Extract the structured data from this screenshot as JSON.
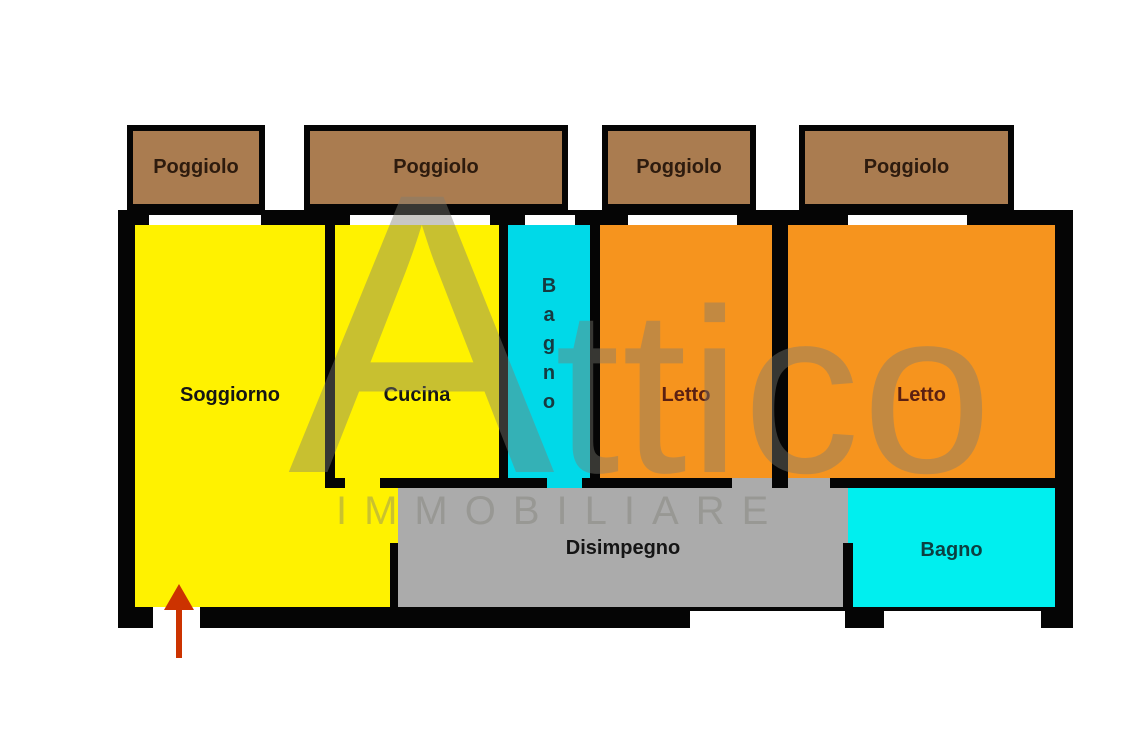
{
  "balconies": [
    {
      "label": "Poggiolo"
    },
    {
      "label": "Poggiolo"
    },
    {
      "label": "Poggiolo"
    },
    {
      "label": "Poggiolo"
    }
  ],
  "rooms": {
    "soggiorno": {
      "label": "Soggiorno"
    },
    "cucina": {
      "label": "Cucina"
    },
    "bagno_small": {
      "label": "Bagno",
      "letters": [
        "B",
        "a",
        "g",
        "n",
        "o"
      ]
    },
    "letto_1": {
      "label": "Letto"
    },
    "letto_2": {
      "label": "Letto"
    },
    "disimpegno": {
      "label": "Disimpegno"
    },
    "bagno_main": {
      "label": "Bagno"
    }
  },
  "watermark": {
    "brand_initial": "A",
    "brand_rest": "ttico",
    "brand_sub": "IMMOBILIARE"
  },
  "colors": {
    "wall": "#050505",
    "room_yellow": "#FFF200",
    "room_orange": "#F6941E",
    "bath_cyan": "#00D9E8",
    "bath_cyan_bright": "#00EFEF",
    "balcony_brown": "#AA7C50",
    "hall_gray": "#ABABAB",
    "arrow_red": "#CC3300",
    "label_dark": "#151515",
    "letto_text": "#5B2012",
    "bagno_text": "#0C3F41",
    "bagno_small_text": "#163A40",
    "poggiolo_text": "#2D1B0E",
    "watermark_gray": "#7D7C73",
    "background": "#FFFFFF"
  }
}
